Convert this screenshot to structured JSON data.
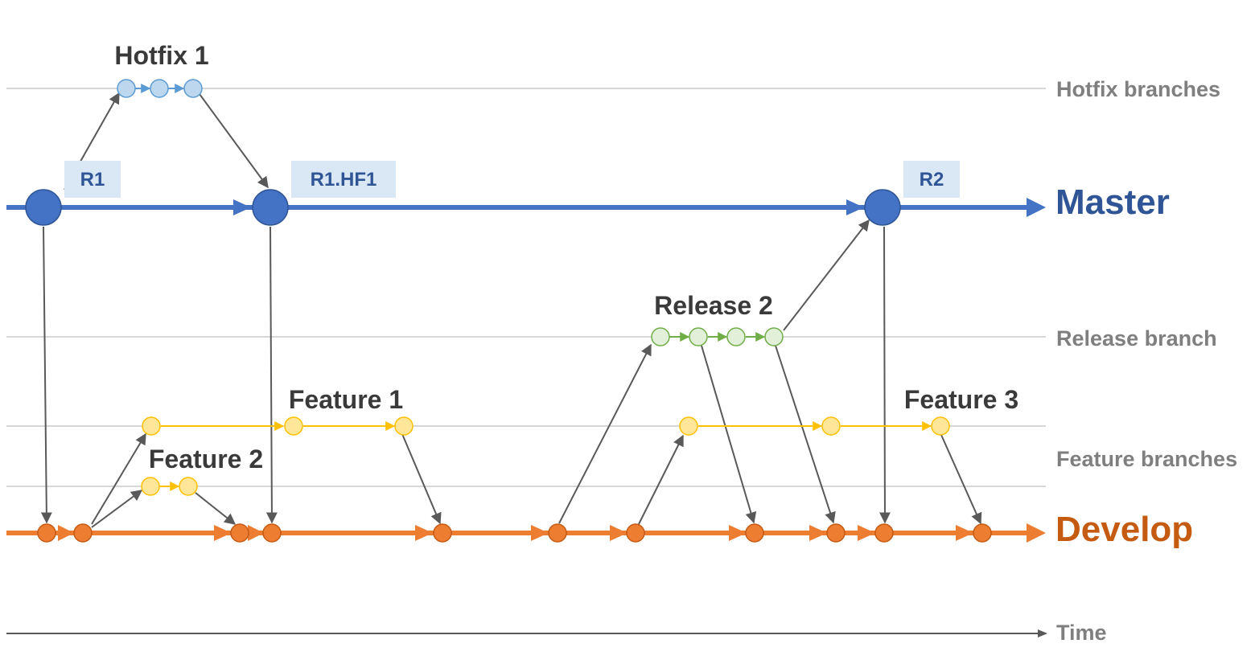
{
  "lanes": {
    "hotfix": "Hotfix branches",
    "release": "Release branch",
    "feature": "Feature branches",
    "time": "Time"
  },
  "main_branches": {
    "master": "Master",
    "develop": "Develop"
  },
  "branch_titles": {
    "hotfix1": "Hotfix 1",
    "release2": "Release 2",
    "feature1": "Feature 1",
    "feature2": "Feature 2",
    "feature3": "Feature 3"
  },
  "tags": {
    "r1": "R1",
    "r1hf1": "R1.HF1",
    "r2": "R2"
  },
  "colors": {
    "master": "#4472c4",
    "develop": "#ed7d31",
    "hotfix": "#bdd7ee",
    "release": "#e2f0d9",
    "release_stroke": "#70ad47",
    "feature": "#ffe699",
    "feature_stroke": "#ffc000",
    "connector": "#595959",
    "tag_bg": "#dae8f6"
  }
}
